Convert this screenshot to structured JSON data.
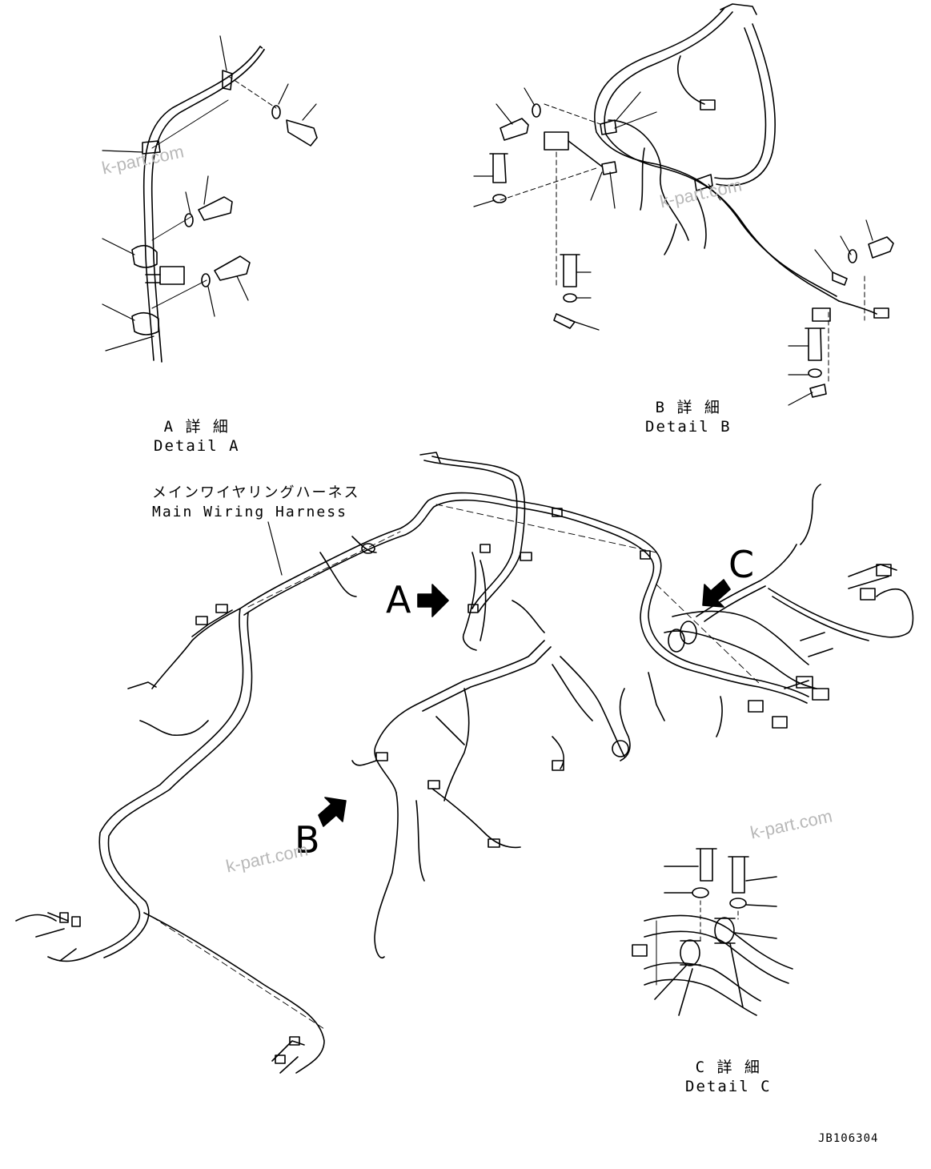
{
  "details": {
    "a": {
      "jp": "A 詳 細",
      "en": "Detail A"
    },
    "b": {
      "jp": "B 詳 細",
      "en": "Detail B"
    },
    "c": {
      "jp": "C 詳 細",
      "en": "Detail C"
    }
  },
  "harness": {
    "jp": "メインワイヤリングハーネス",
    "en": "Main Wiring Harness"
  },
  "callouts": {
    "a": "A",
    "b": "B",
    "c": "C"
  },
  "watermark": "k-part.com",
  "drawing_code": "JB106304"
}
